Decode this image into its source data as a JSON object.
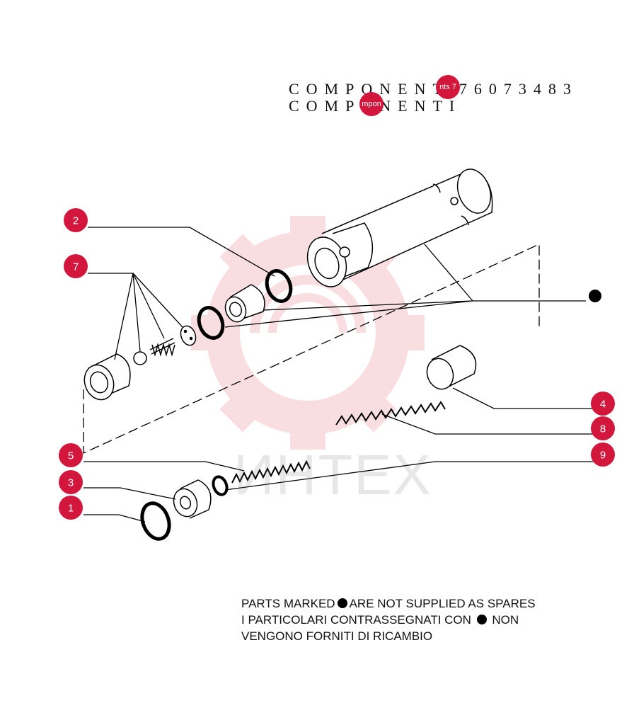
{
  "header": {
    "line1": "COMPONENT",
    "line1_code": "76073483",
    "line2": "COMPONENTI",
    "tag1": "nts 7",
    "tag2": "mpon"
  },
  "watermark": {
    "text": "ИНТЕХ",
    "color": "#f4c4c9"
  },
  "callouts": [
    {
      "id": "2",
      "label": "2"
    },
    {
      "id": "7",
      "label": "7"
    },
    {
      "id": "4",
      "label": "4"
    },
    {
      "id": "8",
      "label": "8"
    },
    {
      "id": "5",
      "label": "5"
    },
    {
      "id": "9",
      "label": "9"
    },
    {
      "id": "3",
      "label": "3"
    },
    {
      "id": "1",
      "label": "1"
    }
  ],
  "note": {
    "line1_a": "PARTS MARKED",
    "line1_b": "ARE NOT SUPPLIED AS SPARES",
    "line2_a": "I PARTICOLARI  CONTRASSEGNATI  CON",
    "line2_b": "NON",
    "line3": "VENGONO FORNITI DI RICAMBIO"
  },
  "colors": {
    "callout": "#d2163c",
    "line": "#000000"
  }
}
